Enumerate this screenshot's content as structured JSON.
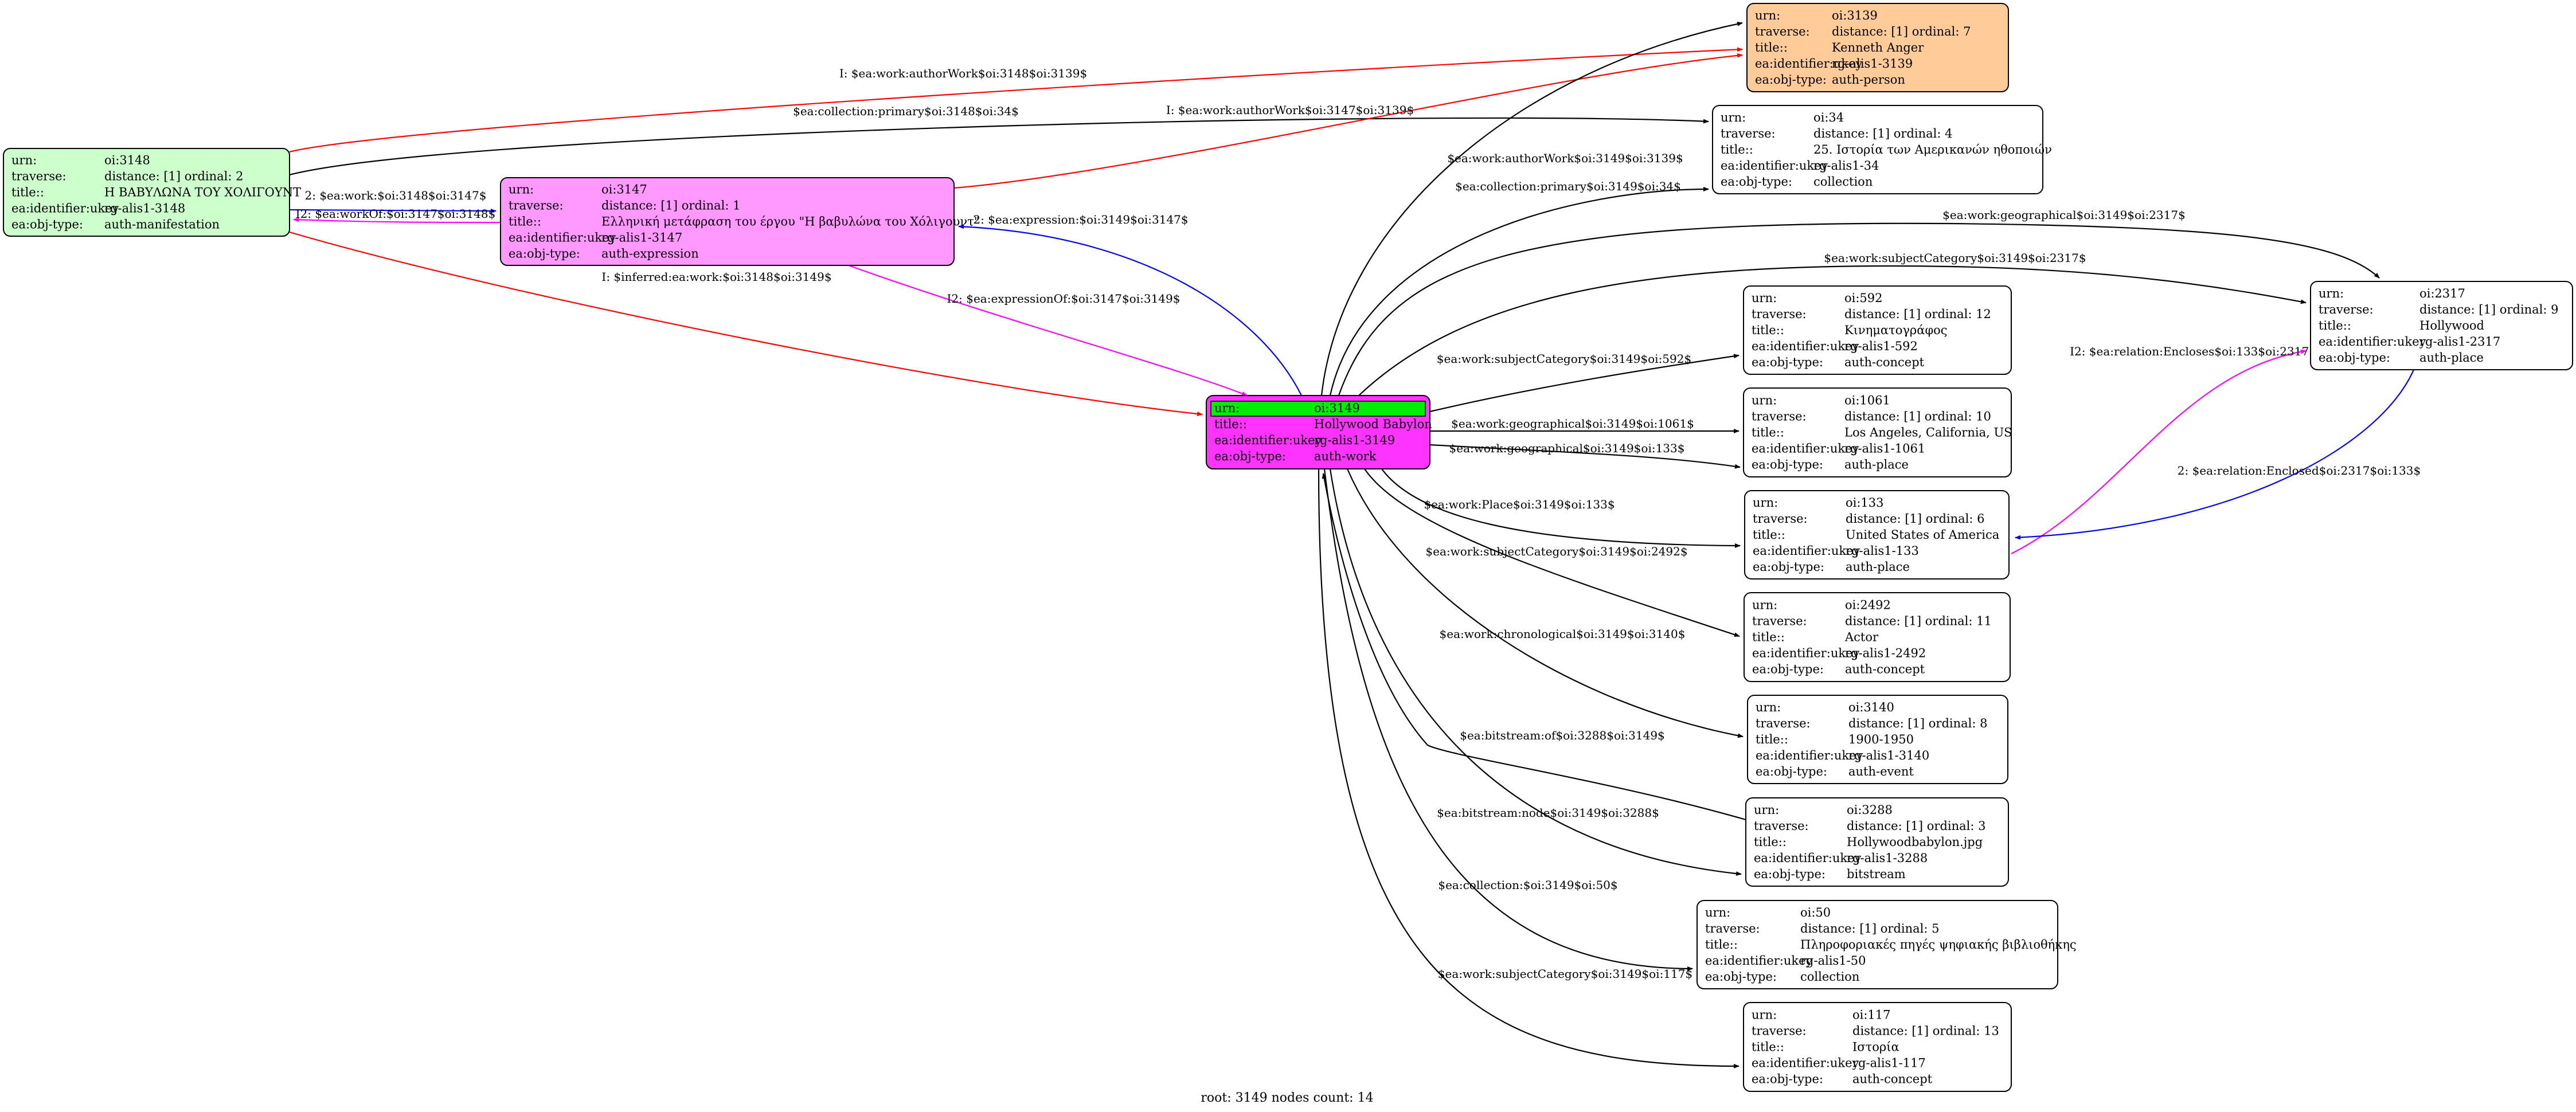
{
  "nodes": [
    {
      "id": "n3148",
      "name": "node-oi-3148",
      "fill": "#ccffcc",
      "rows": [
        [
          "urn:",
          "oi:3148"
        ],
        [
          "traverse:",
          "distance: [1]     ordinal: 2"
        ],
        [
          "title::",
          "Η ΒΑΒΥΛΩΝΑ ΤΟΥ ΧΟΛΙΓΟΥΝΤ"
        ],
        [
          "ea:identifier:ukey",
          "rg-alis1-3148"
        ],
        [
          "ea:obj-type:",
          "auth-manifestation"
        ]
      ]
    },
    {
      "id": "n3147",
      "name": "node-oi-3147",
      "fill": "#ff99ff",
      "rows": [
        [
          "urn:",
          "oi:3147"
        ],
        [
          "traverse:",
          "distance: [1]     ordinal: 1"
        ],
        [
          "title::",
          "Ελληνική μετάφραση του έργου \"Η βαβυλώνα του Χόλιγουντ\""
        ],
        [
          "ea:identifier:ukey",
          "rg-alis1-3147"
        ],
        [
          "ea:obj-type:",
          "auth-expression"
        ]
      ]
    },
    {
      "id": "n3149",
      "name": "node-oi-3149-root",
      "fill": "#ff33ff",
      "rows": [
        [
          "urn:",
          "oi:3149"
        ],
        [
          "title::",
          "Hollywood Babylon"
        ],
        [
          "ea:identifier:ukey",
          "rg-alis1-3149"
        ],
        [
          "ea:obj-type:",
          "auth-work"
        ]
      ]
    },
    {
      "id": "n3139",
      "name": "node-oi-3139",
      "fill": "#ffcc99",
      "rows": [
        [
          "urn:",
          "oi:3139"
        ],
        [
          "traverse:",
          "distance: [1]     ordinal: 7"
        ],
        [
          "title::",
          "Kenneth Anger"
        ],
        [
          "ea:identifier:ukey",
          "rg-alis1-3139"
        ],
        [
          "ea:obj-type:",
          "auth-person"
        ]
      ]
    },
    {
      "id": "n34",
      "name": "node-oi-34",
      "fill": "#ffffff",
      "rows": [
        [
          "urn:",
          "oi:34"
        ],
        [
          "traverse:",
          "distance: [1]     ordinal: 4"
        ],
        [
          "title::",
          "25. Ιστορία των Αμερικανών ηθοποιών"
        ],
        [
          "ea:identifier:ukey",
          "rg-alis1-34"
        ],
        [
          "ea:obj-type:",
          "collection"
        ]
      ]
    },
    {
      "id": "n2317",
      "name": "node-oi-2317",
      "fill": "#ffffff",
      "rows": [
        [
          "urn:",
          "oi:2317"
        ],
        [
          "traverse:",
          "distance: [1]     ordinal: 9"
        ],
        [
          "title::",
          "Hollywood"
        ],
        [
          "ea:identifier:ukey",
          "rg-alis1-2317"
        ],
        [
          "ea:obj-type:",
          "auth-place"
        ]
      ]
    },
    {
      "id": "n592",
      "name": "node-oi-592",
      "fill": "#ffffff",
      "rows": [
        [
          "urn:",
          "oi:592"
        ],
        [
          "traverse:",
          "distance: [1]     ordinal: 12"
        ],
        [
          "title::",
          "Κινηματογράφος"
        ],
        [
          "ea:identifier:ukey",
          "rg-alis1-592"
        ],
        [
          "ea:obj-type:",
          "auth-concept"
        ]
      ]
    },
    {
      "id": "n1061",
      "name": "node-oi-1061",
      "fill": "#ffffff",
      "rows": [
        [
          "urn:",
          "oi:1061"
        ],
        [
          "traverse:",
          "distance: [1]     ordinal: 10"
        ],
        [
          "title::",
          "Los Angeles, California, US"
        ],
        [
          "ea:identifier:ukey",
          "rg-alis1-1061"
        ],
        [
          "ea:obj-type:",
          "auth-place"
        ]
      ]
    },
    {
      "id": "n133",
      "name": "node-oi-133",
      "fill": "#ffffff",
      "rows": [
        [
          "urn:",
          "oi:133"
        ],
        [
          "traverse:",
          "distance: [1]     ordinal: 6"
        ],
        [
          "title::",
          "United States of America"
        ],
        [
          "ea:identifier:ukey",
          "rg-alis1-133"
        ],
        [
          "ea:obj-type:",
          "auth-place"
        ]
      ]
    },
    {
      "id": "n2492",
      "name": "node-oi-2492",
      "fill": "#ffffff",
      "rows": [
        [
          "urn:",
          "oi:2492"
        ],
        [
          "traverse:",
          "distance: [1]     ordinal: 11"
        ],
        [
          "title::",
          "Actor"
        ],
        [
          "ea:identifier:ukey",
          "rg-alis1-2492"
        ],
        [
          "ea:obj-type:",
          "auth-concept"
        ]
      ]
    },
    {
      "id": "n3140",
      "name": "node-oi-3140",
      "fill": "#ffffff",
      "rows": [
        [
          "urn:",
          "oi:3140"
        ],
        [
          "traverse:",
          "distance: [1]     ordinal: 8"
        ],
        [
          "title::",
          "1900-1950"
        ],
        [
          "ea:identifier:ukey",
          "rg-alis1-3140"
        ],
        [
          "ea:obj-type:",
          "auth-event"
        ]
      ]
    },
    {
      "id": "n3288",
      "name": "node-oi-3288",
      "fill": "#ffffff",
      "rows": [
        [
          "urn:",
          "oi:3288"
        ],
        [
          "traverse:",
          "distance: [1]     ordinal: 3"
        ],
        [
          "title::",
          "Hollywoodbabylon.jpg"
        ],
        [
          "ea:identifier:ukey",
          "rg-alis1-3288"
        ],
        [
          "ea:obj-type:",
          "bitstream"
        ]
      ]
    },
    {
      "id": "n50",
      "name": "node-oi-50",
      "fill": "#ffffff",
      "rows": [
        [
          "urn:",
          "oi:50"
        ],
        [
          "traverse:",
          "distance: [1]     ordinal: 5"
        ],
        [
          "title::",
          "Πληροφοριακές πηγές ψηφιακής βιβλιοθήκης"
        ],
        [
          "ea:identifier:ukey",
          "rg-alis1-50"
        ],
        [
          "ea:obj-type:",
          "collection"
        ]
      ]
    },
    {
      "id": "n117",
      "name": "node-oi-117",
      "fill": "#ffffff",
      "rows": [
        [
          "urn:",
          "oi:117"
        ],
        [
          "traverse:",
          "distance: [1]     ordinal: 13"
        ],
        [
          "title::",
          "Ιστορία"
        ],
        [
          "ea:identifier:ukey",
          "rg-alis1-117"
        ],
        [
          "ea:obj-type:",
          "auth-concept"
        ]
      ]
    }
  ],
  "edges": [
    {
      "label": "I: $ea:work:authorWork$oi:3148$oi:3139$",
      "color": "#ff0000"
    },
    {
      "label": "$ea:collection:primary$oi:3148$oi:34$",
      "color": "#000000"
    },
    {
      "label": "I: $ea:work:authorWork$oi:3147$oi:3139$",
      "color": "#ff0000"
    },
    {
      "label": "2: $ea:work:$oi:3148$oi:3147$",
      "color": "#0000ff"
    },
    {
      "label": "I2: $ea:workOf:$oi:3147$oi:3148$",
      "color": "#ff00ff"
    },
    {
      "label": "2: $ea:expression:$oi:3149$oi:3147$",
      "color": "#0000ff"
    },
    {
      "label": "I: $inferred:ea:work:$oi:3148$oi:3149$",
      "color": "#ff0000"
    },
    {
      "label": "I2: $ea:expressionOf:$oi:3147$oi:3149$",
      "color": "#ff00ff"
    },
    {
      "label": "$ea:work:authorWork$oi:3149$oi:3139$",
      "color": "#000000"
    },
    {
      "label": "$ea:collection:primary$oi:3149$oi:34$",
      "color": "#000000"
    },
    {
      "label": "$ea:work:geographical$oi:3149$oi:2317$",
      "color": "#000000"
    },
    {
      "label": "$ea:work:subjectCategory$oi:3149$oi:2317$",
      "color": "#000000"
    },
    {
      "label": "$ea:work:subjectCategory$oi:3149$oi:592$",
      "color": "#000000"
    },
    {
      "label": "$ea:work:geographical$oi:3149$oi:1061$",
      "color": "#000000"
    },
    {
      "label": "$ea:work:geographical$oi:3149$oi:133$",
      "color": "#000000"
    },
    {
      "label": "$ea:work:Place$oi:3149$oi:133$",
      "color": "#000000"
    },
    {
      "label": "$ea:work:subjectCategory$oi:3149$oi:2492$",
      "color": "#000000"
    },
    {
      "label": "$ea:work:chronological$oi:3149$oi:3140$",
      "color": "#000000"
    },
    {
      "label": "$ea:bitstream:of$oi:3288$oi:3149$",
      "color": "#000000"
    },
    {
      "label": "$ea:bitstream:node$oi:3149$oi:3288$",
      "color": "#000000"
    },
    {
      "label": "$ea:collection:$oi:3149$oi:50$",
      "color": "#000000"
    },
    {
      "label": "$ea:work:subjectCategory$oi:3149$oi:117$",
      "color": "#000000"
    },
    {
      "label": "I2: $ea:relation:Encloses$oi:133$oi:2317$",
      "color": "#ff00ff"
    },
    {
      "label": "2: $ea:relation:Enclosed$oi:2317$oi:133$",
      "color": "#0000ff"
    }
  ],
  "root_highlight": "#00ee00",
  "footer": "root: 3149 nodes count: 14"
}
